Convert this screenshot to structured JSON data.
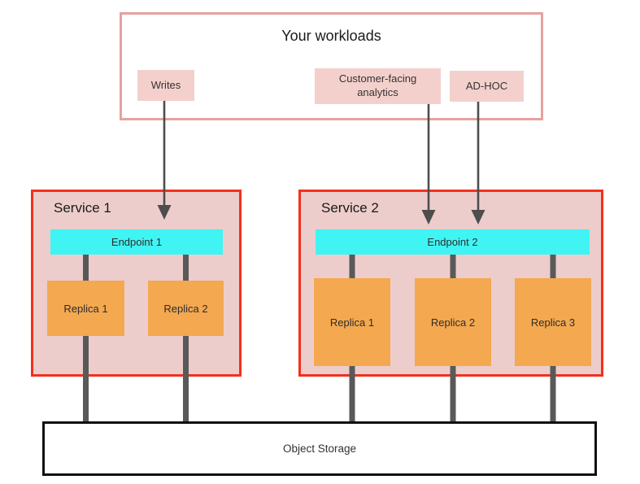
{
  "workloads": {
    "title": "Your workloads",
    "chips": [
      {
        "label": "Writes"
      },
      {
        "label": "Customer-facing analytics"
      },
      {
        "label": "AD-HOC"
      }
    ]
  },
  "services": [
    {
      "label": "Service 1",
      "endpoint_label": "Endpoint 1",
      "replicas": [
        {
          "label": "Replica 1"
        },
        {
          "label": "Replica 2"
        }
      ]
    },
    {
      "label": "Service 2",
      "endpoint_label": "Endpoint 2",
      "replicas": [
        {
          "label": "Replica 1"
        },
        {
          "label": "Replica 2"
        },
        {
          "label": "Replica 3"
        }
      ]
    }
  ],
  "storage": {
    "label": "Object Storage"
  },
  "colors": {
    "workloads_border": "#e5a29f",
    "chip_pink": "#f4d0cc",
    "service_border_red": "#f4301c",
    "service_fill_pink": "#edcdcb",
    "endpoint_cyan": "#40f4f4",
    "replica_orange": "#f4a84f",
    "connector_gray": "#595959",
    "arrow_gray": "#4d4d4d",
    "storage_border": "#101010"
  }
}
